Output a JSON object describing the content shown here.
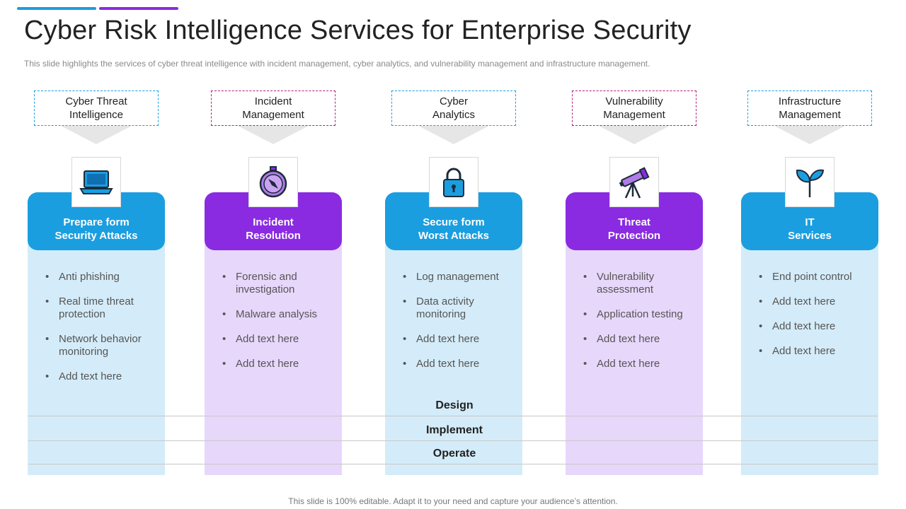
{
  "slide": {
    "title": "Cyber Risk Intelligence Services for Enterprise Security",
    "subtitle": "This slide highlights the services of cyber threat intelligence with incident management, cyber analytics, and vulnerability management and infrastructure management.",
    "footer": "This slide is 100% editable. Adapt it to your need and capture your audience’s attention."
  },
  "colors": {
    "blue": "#1a9ee0",
    "purple": "#8a2be2",
    "light_blue": "#d4ecf9",
    "light_purple": "#e7d7fb"
  },
  "columns": [
    {
      "label": "Cyber Threat\nIntelligence",
      "heading": "Prepare form\nSecurity Attacks",
      "icon": "laptop-icon",
      "theme": "blue",
      "bullets": [
        "Anti phishing",
        "Real time threat protection",
        "Network behavior monitoring",
        "Add text here"
      ]
    },
    {
      "label": "Incident\nManagement",
      "heading": "Incident\nResolution",
      "icon": "compass-icon",
      "theme": "purple",
      "bullets": [
        "Forensic and investigation",
        "Malware analysis",
        "Add text here",
        "Add text here"
      ]
    },
    {
      "label": "Cyber\nAnalytics",
      "heading": "Secure form\nWorst Attacks",
      "icon": "lock-icon",
      "theme": "blue",
      "bullets": [
        "Log management",
        "Data activity monitoring",
        "Add text here",
        "Add text here"
      ]
    },
    {
      "label": "Vulnerability\nManagement",
      "heading": "Threat\nProtection",
      "icon": "telescope-icon",
      "theme": "purple",
      "bullets": [
        "Vulnerability assessment",
        "Application testing",
        "Add text here",
        "Add text here"
      ]
    },
    {
      "label": "Infrastructure\nManagement",
      "heading": "IT\nServices",
      "icon": "plant-icon",
      "theme": "blue",
      "bullets": [
        "End point control",
        "Add text here",
        "Add text here",
        "Add text here"
      ]
    }
  ],
  "phases": [
    "Design",
    "Implement",
    "Operate"
  ]
}
